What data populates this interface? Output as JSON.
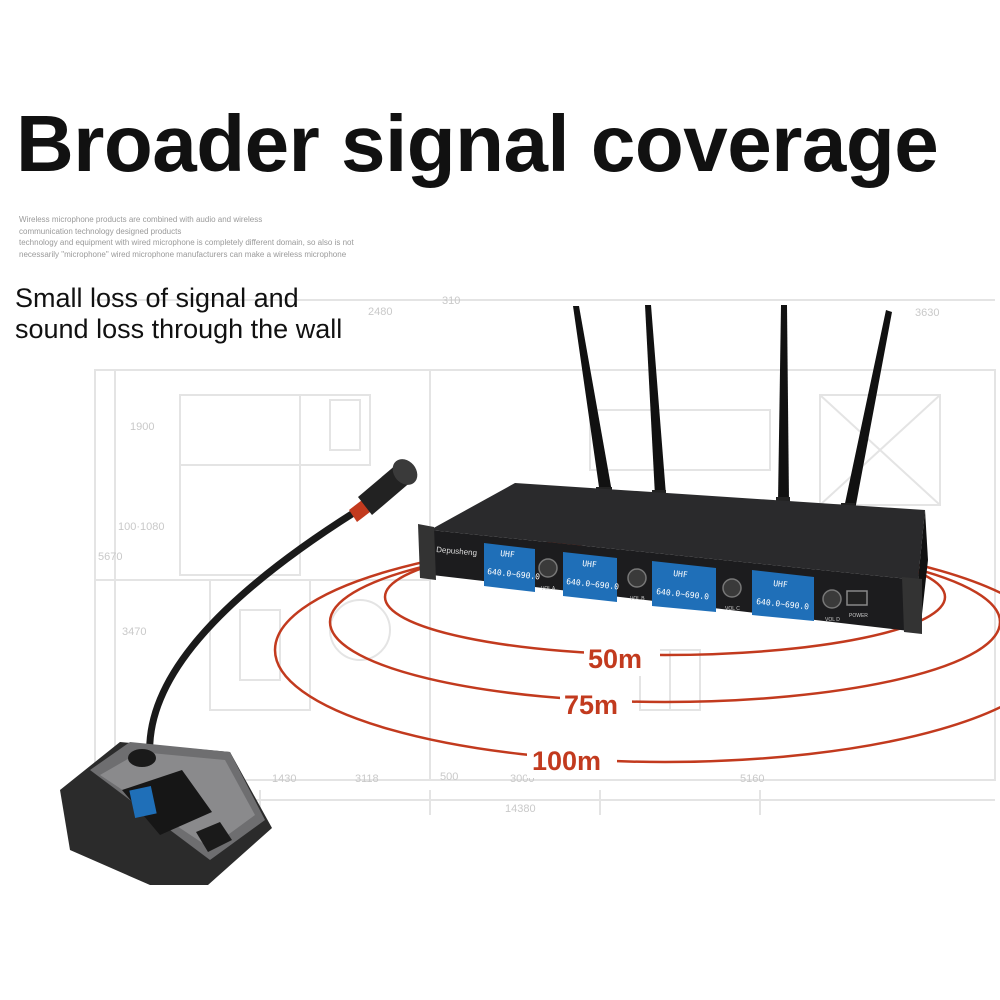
{
  "headline": "Broader signal coverage",
  "fine_print": [
    "Wireless microphone products are combined with audio and wireless",
    " communication technology designed products",
    "technology and equipment with wired microphone is completely different domain, so also is not",
    "necessarily \"microphone\" wired microphone manufacturers can make a wireless microphone"
  ],
  "subheading": [
    "Small loss of signal and",
    "sound loss through the wall"
  ],
  "coverage_rings": [
    "50m",
    "75m",
    "100m"
  ],
  "floorplan_dimensions": [
    "310",
    "2480",
    "3630",
    "1900",
    "100·1080",
    "5670",
    "3470",
    "1430",
    "3118",
    "500",
    "3000",
    "5160",
    "14380"
  ],
  "receiver": {
    "brand": "Depusheng",
    "channel_screens": [
      {
        "band": "UHF",
        "frequency": "640.0~690.0"
      },
      {
        "band": "UHF",
        "frequency": "640.0~690.0"
      },
      {
        "band": "UHF",
        "frequency": "640.0~690.0"
      },
      {
        "band": "UHF",
        "frequency": "640.0~690.0"
      }
    ],
    "knob_labels": [
      "VOL A",
      "VOL B",
      "VOL C",
      "VOL D"
    ],
    "power_label": "POWER"
  },
  "colors": {
    "ring": "#c23a1e",
    "headline": "#111111",
    "receiver_body": "#1c1c1e",
    "lcd": "#1f6fb8"
  }
}
